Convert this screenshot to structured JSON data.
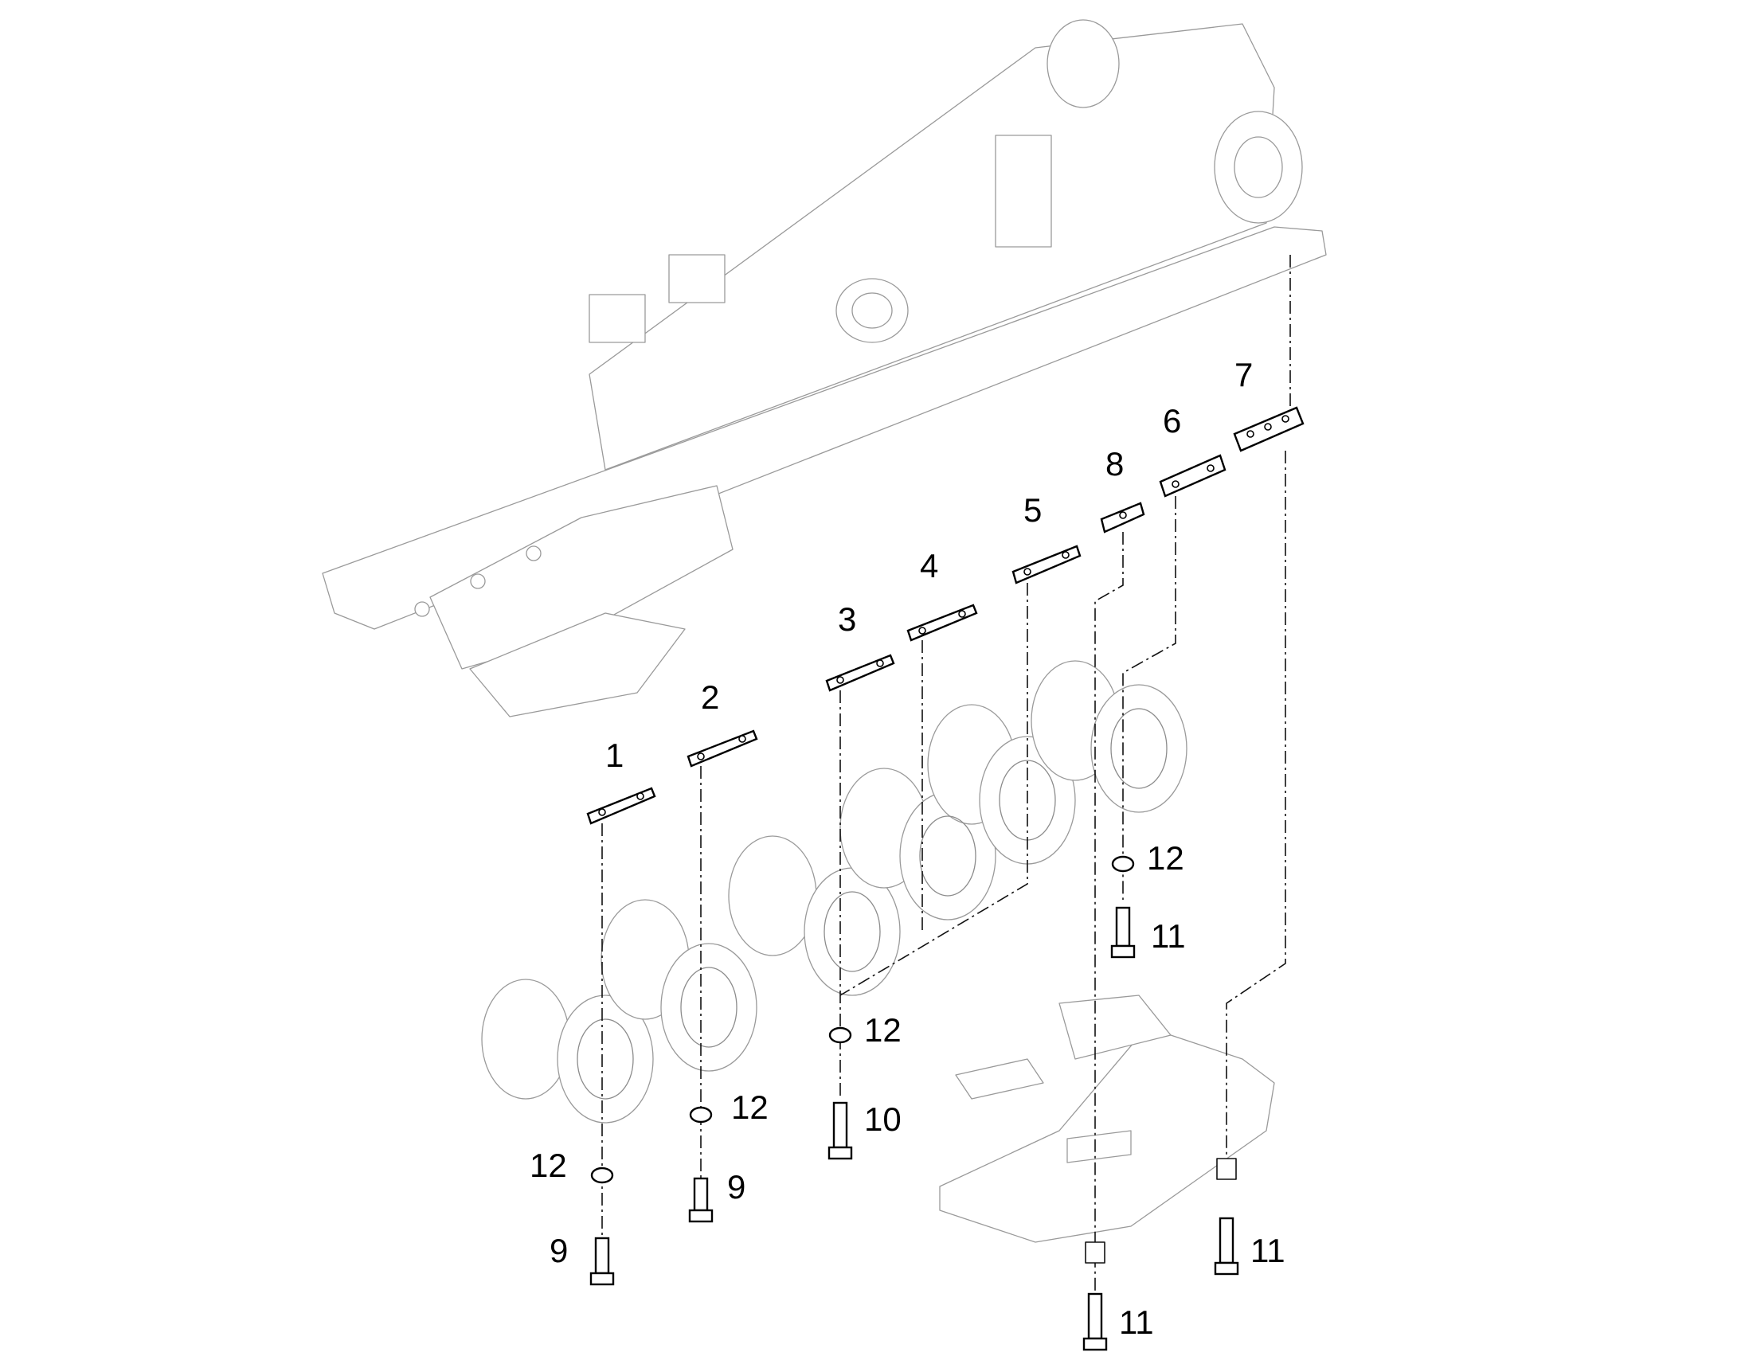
{
  "callouts": {
    "c1": "1",
    "c2": "2",
    "c3": "3",
    "c4": "4",
    "c5": "5",
    "c6": "6",
    "c7": "7",
    "c8": "8",
    "c9a": "9",
    "c9b": "9",
    "c10": "10",
    "c11a": "11",
    "c11b": "11",
    "c11c": "11",
    "c12a": "12",
    "c12b": "12",
    "c12c": "12",
    "c12d": "12"
  }
}
